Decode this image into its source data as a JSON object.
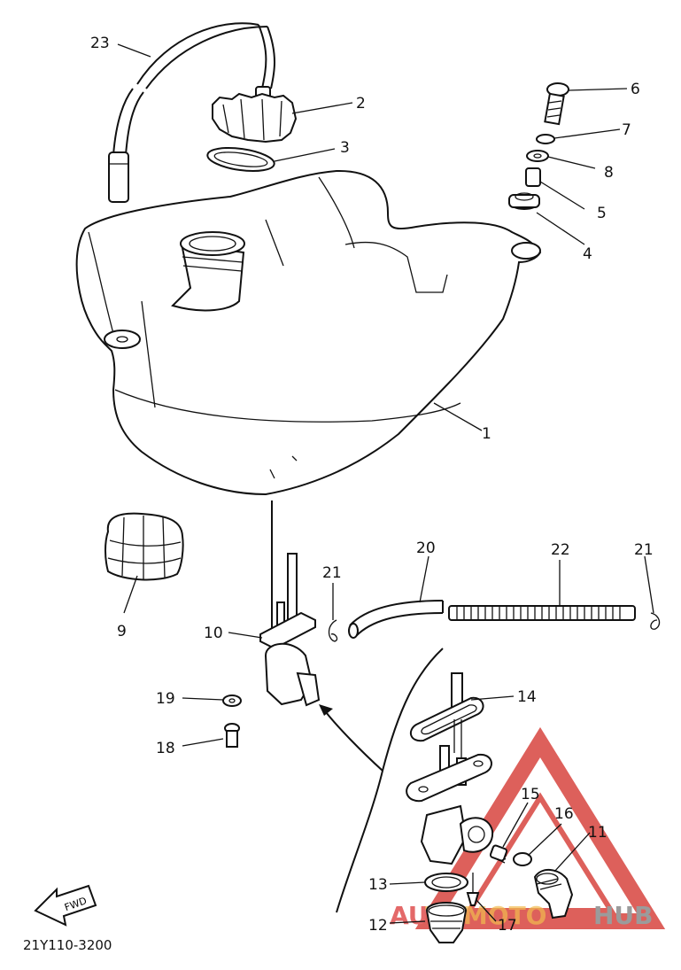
{
  "diagram_code": "21Y110-3200",
  "fwd_label": "FWD",
  "watermark": {
    "part1": "AU",
    "part2": "TOMOTO",
    "part3": "HUB",
    "colors": {
      "triangle": "#d8453f",
      "hub": "#8a8a8a",
      "moto": "#f0b030"
    }
  },
  "callouts": [
    {
      "id": "c1",
      "label": "1"
    },
    {
      "id": "c2",
      "label": "2"
    },
    {
      "id": "c3",
      "label": "3"
    },
    {
      "id": "c4",
      "label": "4"
    },
    {
      "id": "c5",
      "label": "5"
    },
    {
      "id": "c6",
      "label": "6"
    },
    {
      "id": "c7",
      "label": "7"
    },
    {
      "id": "c8",
      "label": "8"
    },
    {
      "id": "c9",
      "label": "9"
    },
    {
      "id": "c10",
      "label": "10"
    },
    {
      "id": "c11",
      "label": "11"
    },
    {
      "id": "c12",
      "label": "12"
    },
    {
      "id": "c13",
      "label": "13"
    },
    {
      "id": "c14",
      "label": "14"
    },
    {
      "id": "c15",
      "label": "15"
    },
    {
      "id": "c16",
      "label": "16"
    },
    {
      "id": "c17",
      "label": "17"
    },
    {
      "id": "c18",
      "label": "18"
    },
    {
      "id": "c19",
      "label": "19"
    },
    {
      "id": "c20",
      "label": "20"
    },
    {
      "id": "c21a",
      "label": "21"
    },
    {
      "id": "c21b",
      "label": "21"
    },
    {
      "id": "c22",
      "label": "22"
    },
    {
      "id": "c23",
      "label": "23"
    }
  ]
}
